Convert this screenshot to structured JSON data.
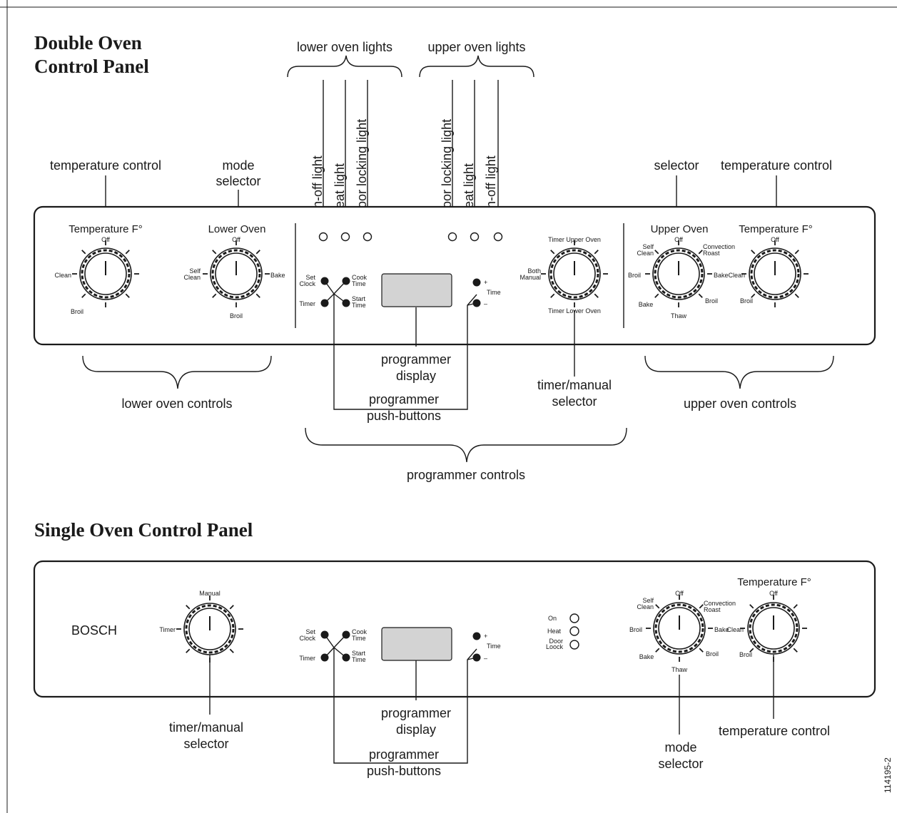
{
  "title_double": [
    "Double Oven",
    "Control Panel"
  ],
  "title_single": "Single Oven Control Panel",
  "doc_number": "114195-2",
  "annotations": {
    "lower_oven_lights": "lower oven lights",
    "upper_oven_lights": "upper oven lights",
    "on_off_light": "on-off light",
    "heat_light": "heat light",
    "door_locking_light": "door locking light",
    "temperature_control": "temperature control",
    "mode_selector": [
      "mode",
      "selector"
    ],
    "selector": "selector",
    "lower_oven_controls": "lower oven controls",
    "upper_oven_controls": "upper oven controls",
    "programmer_controls": "programmer controls",
    "programmer_display": [
      "programmer",
      "display"
    ],
    "programmer_push_buttons": [
      "programmer",
      "push-buttons"
    ],
    "timer_manual_selector": [
      "timer/manual",
      "selector"
    ]
  },
  "knob_labels": {
    "temperature_f": "Temperature F°",
    "lower_oven": "Lower Oven",
    "upper_oven": "Upper Oven",
    "off": "Off",
    "clean": "Clean",
    "broil": "Broil",
    "bake": "Bake",
    "self_clean": [
      "Self",
      "Clean"
    ],
    "convection_roast": [
      "Convection",
      "Roast"
    ],
    "thaw": "Thaw",
    "timer_upper_oven": "Timer Upper Oven",
    "timer_lower_oven": "Timer Lower Oven",
    "both_manual": [
      "Both",
      "Manual"
    ],
    "manual": "Manual",
    "timer": "Timer"
  },
  "buttons": {
    "set_clock": [
      "Set",
      "Clock"
    ],
    "cook_time": [
      "Cook",
      "Time"
    ],
    "timer": "Timer",
    "start_time": [
      "Start",
      "Time"
    ],
    "plus": "+",
    "minus": "–",
    "time": "Time"
  },
  "single_panel": {
    "brand": "BOSCH",
    "lights": [
      "On",
      "Heat"
    ],
    "door_lock": [
      "Door",
      "Loock"
    ]
  }
}
